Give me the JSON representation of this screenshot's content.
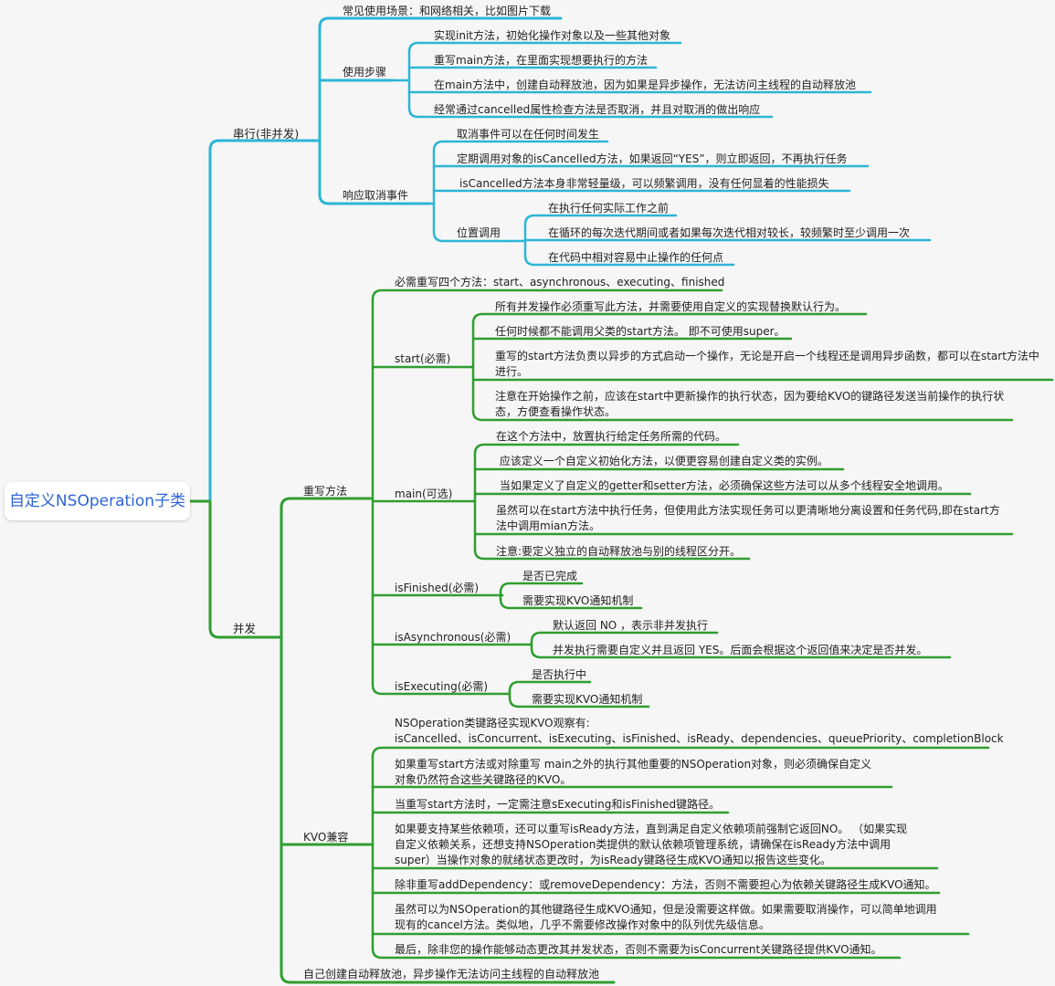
{
  "colors": {
    "blue": "#2cb5d6",
    "green": "#2f9e2f"
  },
  "root": "自定义NSOperation子类",
  "serial": {
    "label": "串行(非并发)",
    "scene": "常见使用场景：和网络相关，比如图片下载",
    "steps": {
      "label": "使用步骤",
      "items": [
        "实现init方法，初始化操作对象以及一些其他对象",
        "重写main方法，在里面实现想要执行的方法",
        "在main方法中，创建自动释放池，因为如果是异步操作，无法访问主线程的自动释放池",
        "经常通过cancelled属性检查方法是否取消，并且对取消的做出响应"
      ]
    },
    "cancel": {
      "label": "响应取消事件",
      "items": [
        "取消事件可以在任何时间发生",
        "定期调用对象的isCancelled方法，如果返回“YES”，则立即返回，不再执行任务",
        "isCancelled方法本身非常轻量级，可以频繁调用，没有任何显着的性能损失"
      ],
      "position": {
        "label": "位置调用",
        "items": [
          "在执行任何实际工作之前",
          "在循环的每次迭代期间或者如果每次迭代相对较长，较频繁时至少调用一次",
          "在代码中相对容易中止操作的任何点"
        ]
      }
    }
  },
  "concurrent": {
    "label": "并发",
    "override": {
      "label": "重写方法",
      "four": "必需重写四个方法：start、asynchronous、executing、finished",
      "start": {
        "label": "start(必需)",
        "items": [
          "所有并发操作必须重写此方法，并需要使用自定义的实现替换默认行为。",
          "任何时候都不能调用父类的start方法。 即不可使用super。",
          "重写的start方法负责以异步的方式启动一个操作，无论是开启一个线程还是调用异步函数，都可以在start方法中进行。",
          "注意在开始操作之前，应该在start中更新操作的执行状态，因为要给KVO的键路径发送当前操作的执行状态，方便查看操作状态。"
        ]
      },
      "main": {
        "label": "main(可选)",
        "items": [
          "在这个方法中，放置执行给定任务所需的代码。",
          " 应该定义一个自定义初始化方法，以便更容易创建自定义类的实例。",
          " 当如果定义了自定义的getter和setter方法，必须确保这些方法可以从多个线程安全地调用。",
          "虽然可以在start方法中执行任务，但使用此方法实现任务可以更清晰地分离设置和任务代码,即在start方法中调用mian方法。",
          "注意:要定义独立的自动释放池与别的线程区分开。"
        ]
      },
      "isFinished": {
        "label": "isFinished(必需)",
        "items": [
          "是否已完成",
          "需要实现KVO通知机制"
        ]
      },
      "isAsynchronous": {
        "label": "isAsynchronous(必需)",
        "items": [
          "默认返回 NO ，表示非并发执行",
          "并发执行需要自定义并且返回 YES。后面会根据这个返回值来决定是否并发。"
        ]
      },
      "isExecuting": {
        "label": "isExecuting(必需)",
        "items": [
          "是否执行中",
          "需要实现KVO通知机制"
        ]
      }
    },
    "kvo": {
      "label": "KVO兼容",
      "items": [
        "NSOperation类键路径实现KVO观察有:\nisCancelled、isConcurrent、isExecuting、isFinished、isReady、dependencies、queuePriority、completionBlock",
        "如果重写start方法或对除重写 main之外的执行其他重要的NSOperation对象，则必须确保自定义\n对象仍然符合这些关键路径的KVO。",
        "当重写start方法时，一定需注意sExecuting和isFinished键路径。",
        "如果要支持某些依赖项，还可以重写isReady方法，直到满足自定义依赖项前强制它返回NO。 （如果实现\n自定义依赖关系，还想支持NSOperation类提供的默认依赖项管理系统，请确保在isReady方法中调用\nsuper）当操作对象的就绪状态更改时，为isReady键路径生成KVO通知以报告这些变化。",
        "除非重写addDependency：或removeDependency：方法，否则不需要担心为依赖关键路径生成KVO通知。",
        "虽然可以为NSOperation的其他键路径生成KVO通知，但是没需要这样做。如果需要取消操作，可以简单地调用\n现有的cancel方法。类似地，几乎不需要修改操作对象中的队列优先级信息。",
        "最后，除非您的操作能够动态更改其并发状态，否则不需要为isConcurrent关键路径提供KVO通知。"
      ]
    },
    "pool": "自己创建自动释放池，异步操作无法访问主线程的自动释放池"
  }
}
